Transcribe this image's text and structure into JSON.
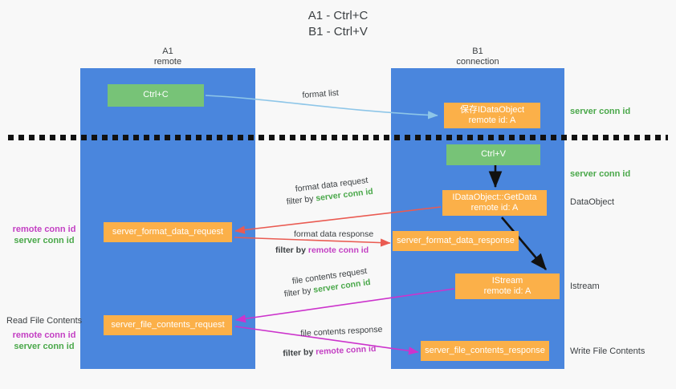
{
  "title": {
    "line1": "A1 - Ctrl+C",
    "line2": "B1 - Ctrl+V"
  },
  "columns": [
    {
      "name": "A1",
      "subtitle": "remote"
    },
    {
      "name": "B1",
      "subtitle": "connection"
    }
  ],
  "boxes": {
    "ctrl_c": {
      "line1": "Ctrl+C",
      "line2": "",
      "color": "#77c377"
    },
    "ctrl_v": {
      "line1": "Ctrl+V",
      "line2": "",
      "color": "#77c377"
    },
    "store_dataobject": {
      "line1": "保存IDataObject",
      "line2": "remote id: A",
      "color": "#fbb049"
    },
    "getdata": {
      "line1": "IDataObject::GetData",
      "line2": "remote id: A",
      "color": "#fbb049"
    },
    "istream": {
      "line1": "IStream",
      "line2": "remote id: A",
      "color": "#fbb049"
    },
    "format_data_request": {
      "line1": "server_format_data_request",
      "line2": "",
      "color": "#fbb049"
    },
    "format_data_response": {
      "line1": "server_format_data_response",
      "line2": "",
      "color": "#fbb049"
    },
    "file_contents_request": {
      "line1": "server_file_contents_request",
      "line2": "",
      "color": "#fbb049"
    },
    "file_contents_response": {
      "line1": "server_file_contents_response",
      "line2": "",
      "color": "#fbb049"
    }
  },
  "arrow_labels": {
    "format_list": "format list",
    "format_data_request": "format data request",
    "format_data_request_filter_prefix": "filter by",
    "format_data_request_filter_value": "server conn id",
    "format_data_response": "format data response",
    "format_data_response_filter_prefix": "filter by",
    "format_data_response_filter_value": "remote conn id",
    "file_contents_request": "file contents request",
    "file_contents_request_filter_prefix": "filter by",
    "file_contents_request_filter_value": "server conn id",
    "file_contents_response": "file contents response",
    "file_contents_response_filter_prefix": "filter by",
    "file_contents_response_filter_value": "remote conn id"
  },
  "right_notes": {
    "server_conn_id_top": "server conn id",
    "server_conn_id_mid": "server conn id",
    "dataobject": "DataObject",
    "istream": "Istream",
    "write_file_contents": "Write File Contents"
  },
  "left_notes": {
    "remote_conn_id_1": "remote conn id",
    "server_conn_id_1": "server conn id",
    "read_file_contents": "Read File Contents",
    "remote_conn_id_2": "remote conn id",
    "server_conn_id_2": "server conn id"
  },
  "colors": {
    "column_blue": "#4a86dd",
    "box_green": "#77c377",
    "box_orange": "#fbb049",
    "arrow_lightblue": "#8ec6e8",
    "arrow_red": "#ea5b52",
    "arrow_magenta": "#cc33cc",
    "arrow_black": "#111111",
    "text_green": "#4aa84a",
    "text_purple": "#c33fc3",
    "background": "#f8f8f8"
  }
}
